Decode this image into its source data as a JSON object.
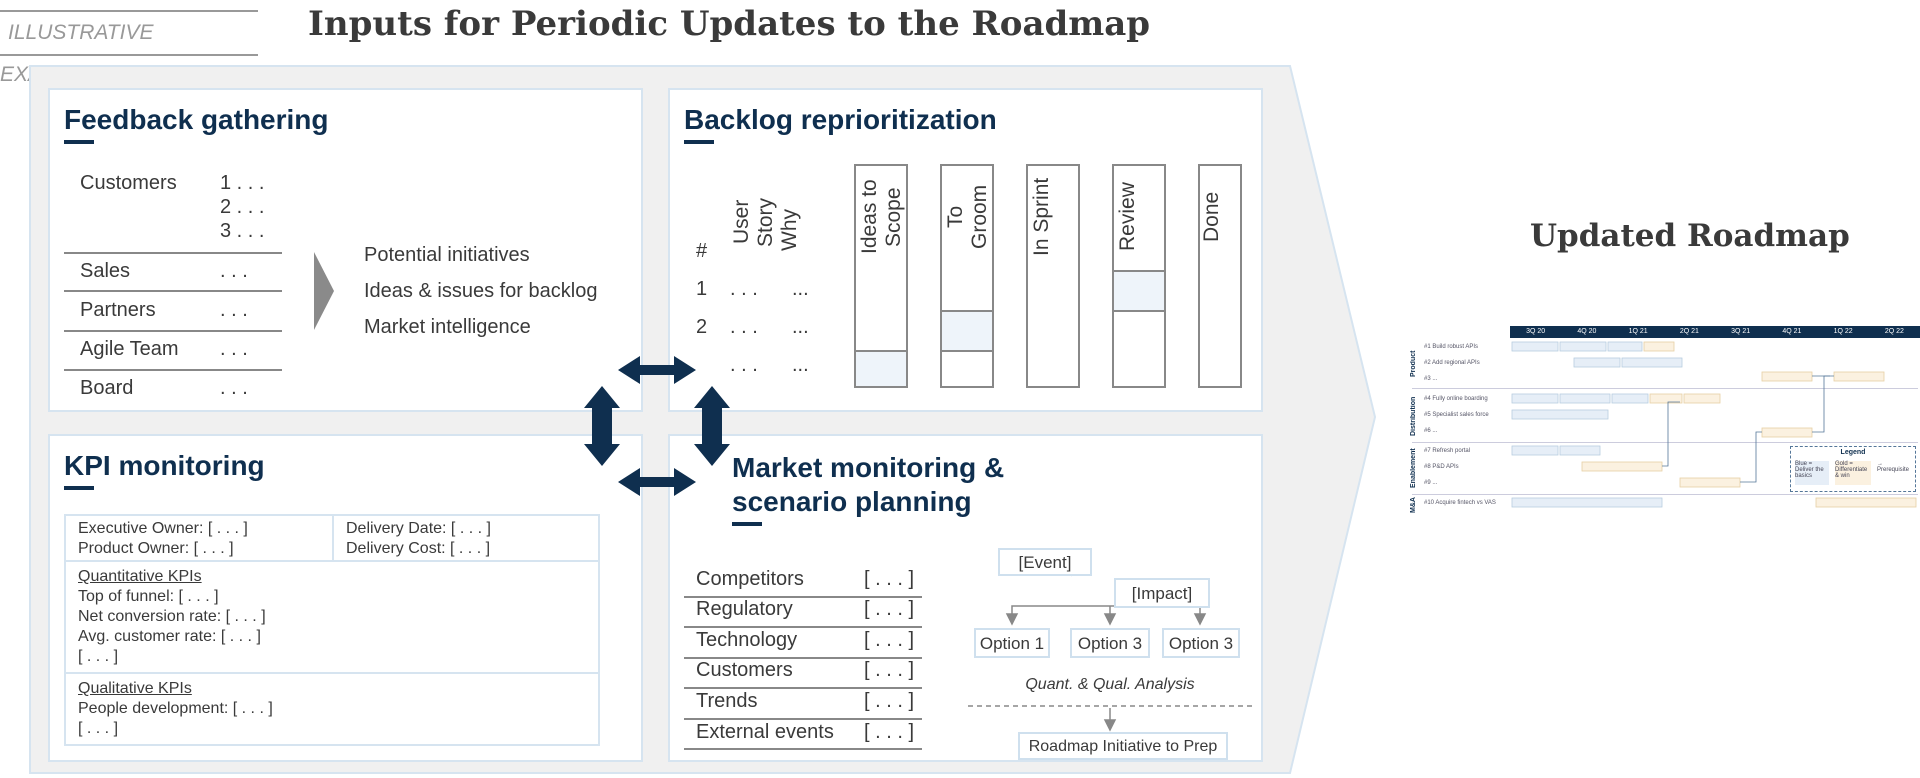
{
  "header": {
    "tag": "ILLUSTRATIVE EXAMPLES",
    "title": "Inputs for Periodic Updates to the Roadmap"
  },
  "feedback": {
    "title": "Feedback gathering",
    "customers_label": "Customers",
    "customers_items": [
      "1 . . .",
      "2 . . .",
      "3 . . ."
    ],
    "rows": [
      {
        "label": "Sales",
        "value": ". . ."
      },
      {
        "label": "Partners",
        "value": ". . ."
      },
      {
        "label": "Agile Team",
        "value": ". . ."
      },
      {
        "label": "Board",
        "value": ". . ."
      }
    ],
    "outputs": [
      "Potential initiatives",
      "Ideas & issues for backlog",
      "Market intelligence"
    ]
  },
  "backlog": {
    "title": "Backlog reprioritization",
    "headers": [
      "#",
      "User Story",
      "Why"
    ],
    "rows": [
      {
        "num": "1",
        "story": ". . .",
        "why": "..."
      },
      {
        "num": "2",
        "story": ". . .",
        "why": "..."
      },
      {
        "num": "",
        "story": ". . .",
        "why": "..."
      }
    ],
    "columns": [
      "Ideas to Scope",
      "To Groom",
      "In Sprint",
      "Review",
      "Done"
    ]
  },
  "kpi": {
    "title": "KPI monitoring",
    "executive_owner": "Executive Owner: [ . . . ]",
    "product_owner": "Product Owner: [ . . . ]",
    "delivery_date": "Delivery Date: [ . . . ]",
    "delivery_cost": "Delivery Cost: [ . . . ]",
    "quant_title": "Quantitative KPIs",
    "quant_items": [
      "Top of funnel: [ . . . ]",
      "Net conversion rate: [ . . . ]",
      "Avg. customer rate: [ . . . ]",
      "[ . . . ]"
    ],
    "qual_title": "Qualitative KPIs",
    "qual_items": [
      "People development: [ . . . ]",
      "[ . . . ]"
    ]
  },
  "market": {
    "title_line1": "Market monitoring &",
    "title_line2": "scenario planning",
    "rows": [
      {
        "label": "Competitors",
        "value": "[ . . . ]"
      },
      {
        "label": "Regulatory",
        "value": "[ . . . ]"
      },
      {
        "label": "Technology",
        "value": "[ . . . ]"
      },
      {
        "label": "Customers",
        "value": "[ . . . ]"
      },
      {
        "label": "Trends",
        "value": "[ . . . ]"
      },
      {
        "label": "External events",
        "value": "[ . . . ]"
      }
    ],
    "event": "[Event]",
    "impact": "[Impact]",
    "options": [
      "Option 1",
      "Option 3",
      "Option 3"
    ],
    "analysis": "Quant. & Qual. Analysis",
    "initiative": "Roadmap Initiative to Prep"
  },
  "roadmap": {
    "title": "Updated Roadmap",
    "quarters": [
      "3Q 20",
      "4Q 20",
      "1Q 21",
      "2Q 21",
      "3Q 21",
      "4Q 21",
      "1Q 22",
      "2Q 22"
    ],
    "groups": [
      {
        "name": "Product",
        "rows": [
          "#1 Build robust APIs",
          "#2 Add regional APIs",
          "#3 ..."
        ]
      },
      {
        "name": "Distribution",
        "rows": [
          "#4 Fully online boarding",
          "#5 Specialist sales force",
          "#6 ..."
        ]
      },
      {
        "name": "Enablement",
        "rows": [
          "#7 Refresh portal",
          "#8 P&D APIs",
          "#9 ..."
        ]
      },
      {
        "name": "M&A",
        "rows": [
          "#10 Acquire fintech vs VAS"
        ]
      }
    ],
    "legend_title": "Legend",
    "legend_items": [
      "Blue = Deliver the basics",
      "Gold = Differentiate & win",
      "→ Prerequisite"
    ]
  },
  "colors": {
    "navy": "#0f2f4f",
    "panel_border": "#d6e4f0",
    "bg_shape": "#f0f0f0"
  }
}
